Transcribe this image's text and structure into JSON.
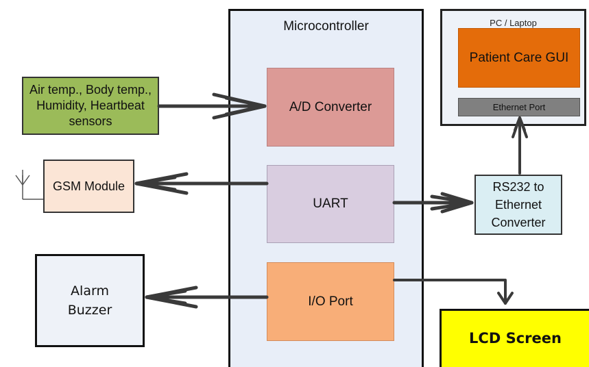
{
  "microcontroller": {
    "title": "Microcontroller",
    "blocks": {
      "adc": "A/D Converter",
      "uart": "UART",
      "io": "I/O Port"
    }
  },
  "pc": {
    "title": "PC / Laptop",
    "gui": "Patient Care GUI",
    "ethernet_port": "Ethernet Port"
  },
  "sensors": {
    "lines": [
      "Air temp., Body temp.,",
      "Humidity, Heartbeat",
      "sensors"
    ]
  },
  "gsm": {
    "label": "GSM Module"
  },
  "rs232": {
    "lines": [
      "RS232 to",
      "Ethernet",
      "Converter"
    ]
  },
  "alarm": {
    "lines": [
      "Alarm",
      "Buzzer"
    ]
  },
  "lcd": {
    "label": "LCD Screen"
  },
  "colors": {
    "microcontroller_bg": "#e8eef8",
    "adc": "#dc9a96",
    "uart": "#d9cde0",
    "io": "#f8ae78",
    "gui": "#e46c0a",
    "ethernet_port": "#808080",
    "pc_bg": "#eef2f8",
    "sensors": "#9bbb59",
    "gsm": "#fbe5d6",
    "rs232": "#daeef3",
    "alarm": "#eef2f8",
    "lcd": "#ffff00",
    "wire": "#3a3a3a"
  }
}
